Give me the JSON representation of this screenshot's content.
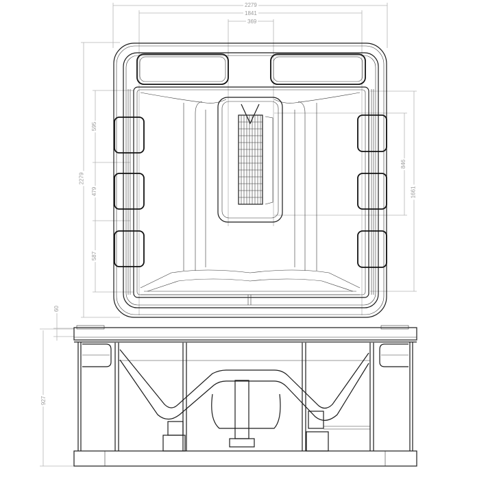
{
  "drawing": {
    "type": "technical-drawing",
    "subject": "square spa / hot tub",
    "views": [
      "plan-view",
      "side-elevation"
    ]
  },
  "dimensions": {
    "top": {
      "overall_width": "2279",
      "inner_width": "1841",
      "footwell_width": "369"
    },
    "left": {
      "overall_depth": "2279",
      "seat_spacing_1": "595",
      "seat_spacing_2": "479",
      "seat_spacing_3": "587"
    },
    "right": {
      "footwell_length": "846",
      "inner_length": "1661"
    },
    "elevation": {
      "lip_height": "60",
      "overall_height": "927"
    }
  },
  "colors": {
    "line": "#1a1a1a",
    "dimension_line": "#b4b4b4",
    "dimension_text": "#9a9a9a",
    "background": "#ffffff"
  }
}
